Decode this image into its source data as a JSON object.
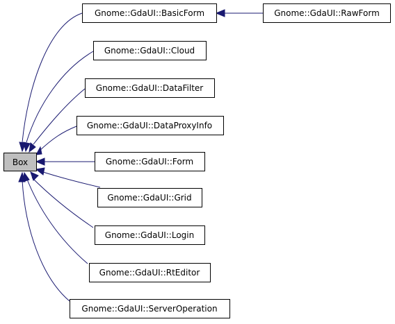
{
  "diagram": {
    "root": {
      "id": "box",
      "label": "Box"
    },
    "nodes": [
      {
        "id": "basicform",
        "label": "Gnome::GdaUI::BasicForm"
      },
      {
        "id": "rawform",
        "label": "Gnome::GdaUI::RawForm"
      },
      {
        "id": "cloud",
        "label": "Gnome::GdaUI::Cloud"
      },
      {
        "id": "datafilter",
        "label": "Gnome::GdaUI::DataFilter"
      },
      {
        "id": "dataproxyinfo",
        "label": "Gnome::GdaUI::DataProxyInfo"
      },
      {
        "id": "form",
        "label": "Gnome::GdaUI::Form"
      },
      {
        "id": "grid",
        "label": "Gnome::GdaUI::Grid"
      },
      {
        "id": "login",
        "label": "Gnome::GdaUI::Login"
      },
      {
        "id": "rteditor",
        "label": "Gnome::GdaUI::RtEditor"
      },
      {
        "id": "serveroperation",
        "label": "Gnome::GdaUI::ServerOperation"
      }
    ],
    "edges": [
      {
        "from": "basicform",
        "to": "box"
      },
      {
        "from": "cloud",
        "to": "box"
      },
      {
        "from": "datafilter",
        "to": "box"
      },
      {
        "from": "dataproxyinfo",
        "to": "box"
      },
      {
        "from": "form",
        "to": "box"
      },
      {
        "from": "grid",
        "to": "box"
      },
      {
        "from": "login",
        "to": "box"
      },
      {
        "from": "rteditor",
        "to": "box"
      },
      {
        "from": "serveroperation",
        "to": "box"
      },
      {
        "from": "rawform",
        "to": "basicform"
      }
    ],
    "colors": {
      "edge": "#191970",
      "root_fill": "#bfbfbf",
      "node_fill": "#ffffff",
      "border": "#000000"
    }
  }
}
